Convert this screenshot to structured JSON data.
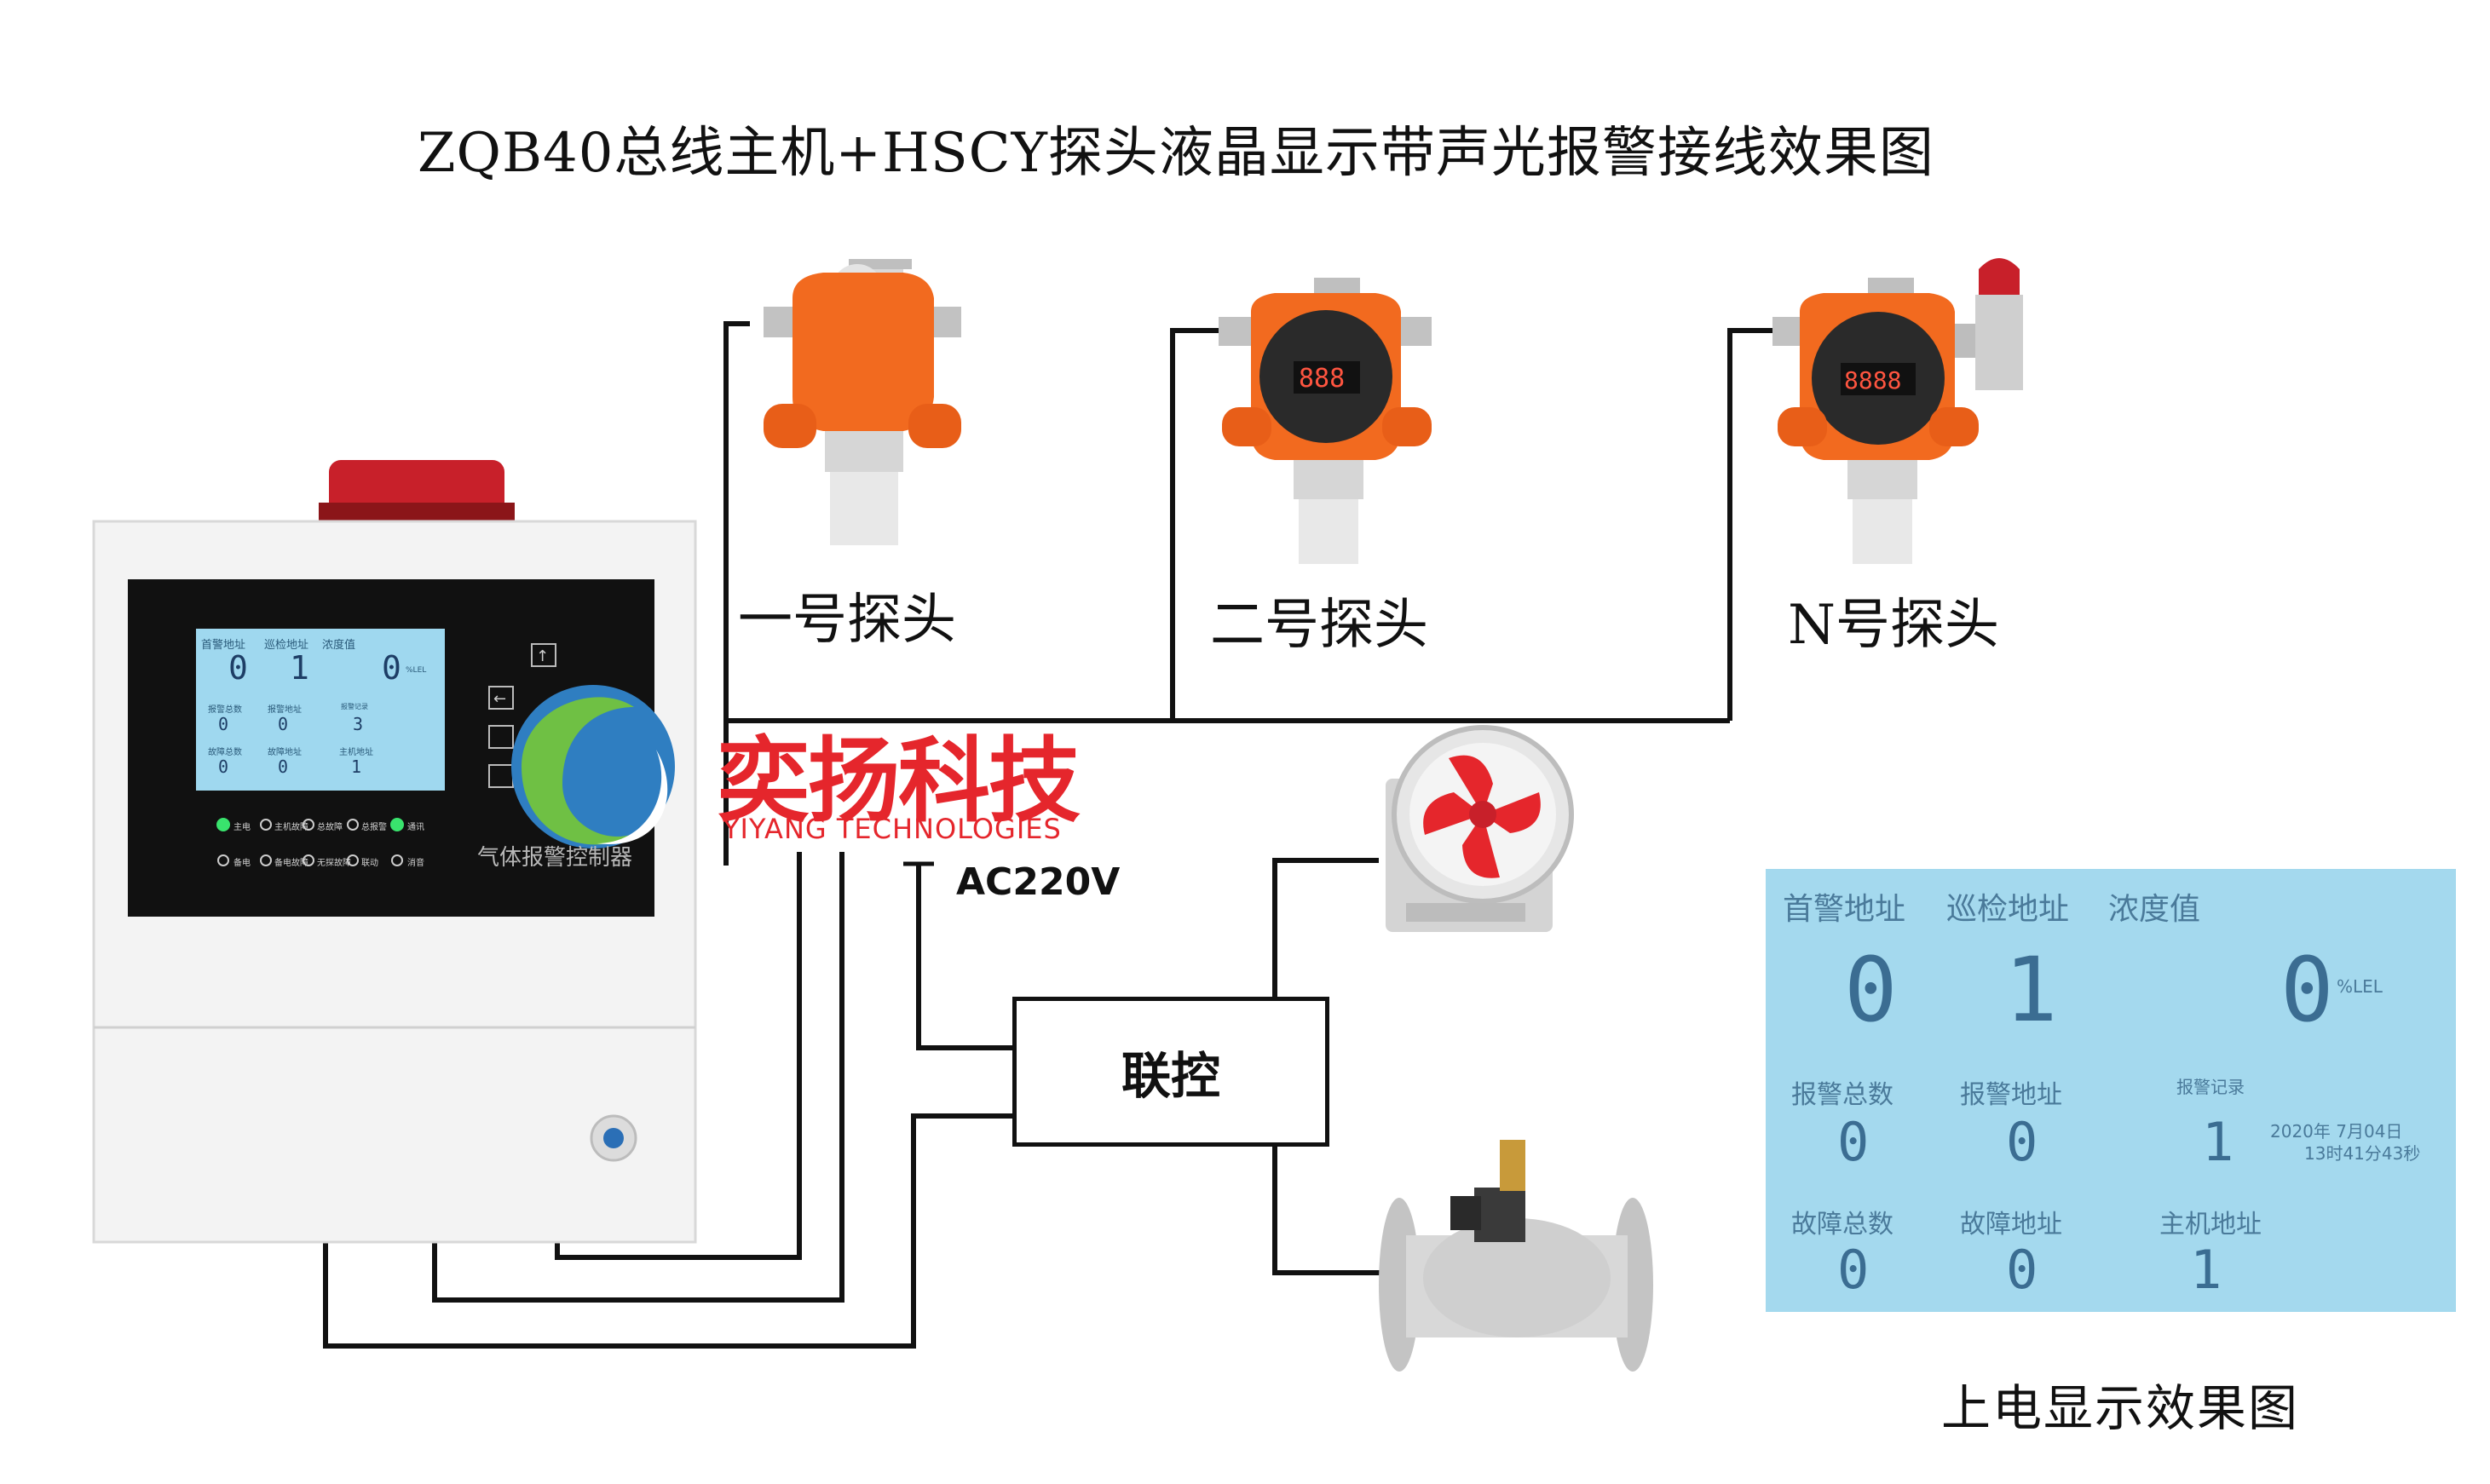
{
  "title": "ZQB40总线主机+HSCY探头液晶显示带声光报警接线效果图",
  "probes": {
    "probe_1": "一号探头",
    "probe_2": "二号探头",
    "probe_n": "N号探头"
  },
  "power_label": "AC220V",
  "linkage_label": "联控",
  "logo": {
    "cn": "奕扬科技",
    "en": "YIYANG TECHNOLOGIES"
  },
  "controller": {
    "name": "气体报警控制器",
    "lcd": {
      "first_alarm_addr_label": "首警地址",
      "first_alarm_addr": "0",
      "patrol_addr_label": "巡检地址",
      "patrol_addr": "1",
      "concentration_label": "浓度值",
      "concentration": "0",
      "unit": "%LEL",
      "alarm_total_label": "报警总数",
      "alarm_total": "0",
      "alarm_addr_label": "报警地址",
      "alarm_addr": "0",
      "alarm_record_label": "报警记录",
      "alarm_record": "3",
      "fault_total_label": "故障总数",
      "fault_total": "0",
      "fault_addr_label": "故障地址",
      "fault_addr": "0",
      "host_addr_label": "主机地址",
      "host_addr": "1"
    },
    "leds_row1": [
      "主电",
      "主机故障",
      "总故障",
      "总报警",
      "通讯"
    ],
    "leds_row2": [
      "备电",
      "备电故障",
      "无探故障",
      "联动",
      "消音"
    ]
  },
  "power_on_lcd": {
    "first_alarm_addr_label": "首警地址",
    "first_alarm_addr": "0",
    "patrol_addr_label": "巡检地址",
    "patrol_addr": "1",
    "concentration_label": "浓度值",
    "concentration": "0",
    "unit": "%LEL",
    "alarm_total_label": "报警总数",
    "alarm_total": "0",
    "alarm_addr_label": "报警地址",
    "alarm_addr": "0",
    "alarm_record_label": "报警记录",
    "alarm_record": "1",
    "date": "2020年 7月04日",
    "time": "13时41分43秒",
    "fault_total_label": "故障总数",
    "fault_total": "0",
    "fault_addr_label": "故障地址",
    "fault_addr": "0",
    "host_addr_label": "主机地址",
    "host_addr": "1"
  },
  "caption": "上电显示效果图",
  "colors": {
    "probe_body": "#f26a1f",
    "alarm_lamp": "#c8202a",
    "lcd_bg": "#a4d9ee",
    "logo_red": "#e5262c",
    "wire": "#111111"
  }
}
